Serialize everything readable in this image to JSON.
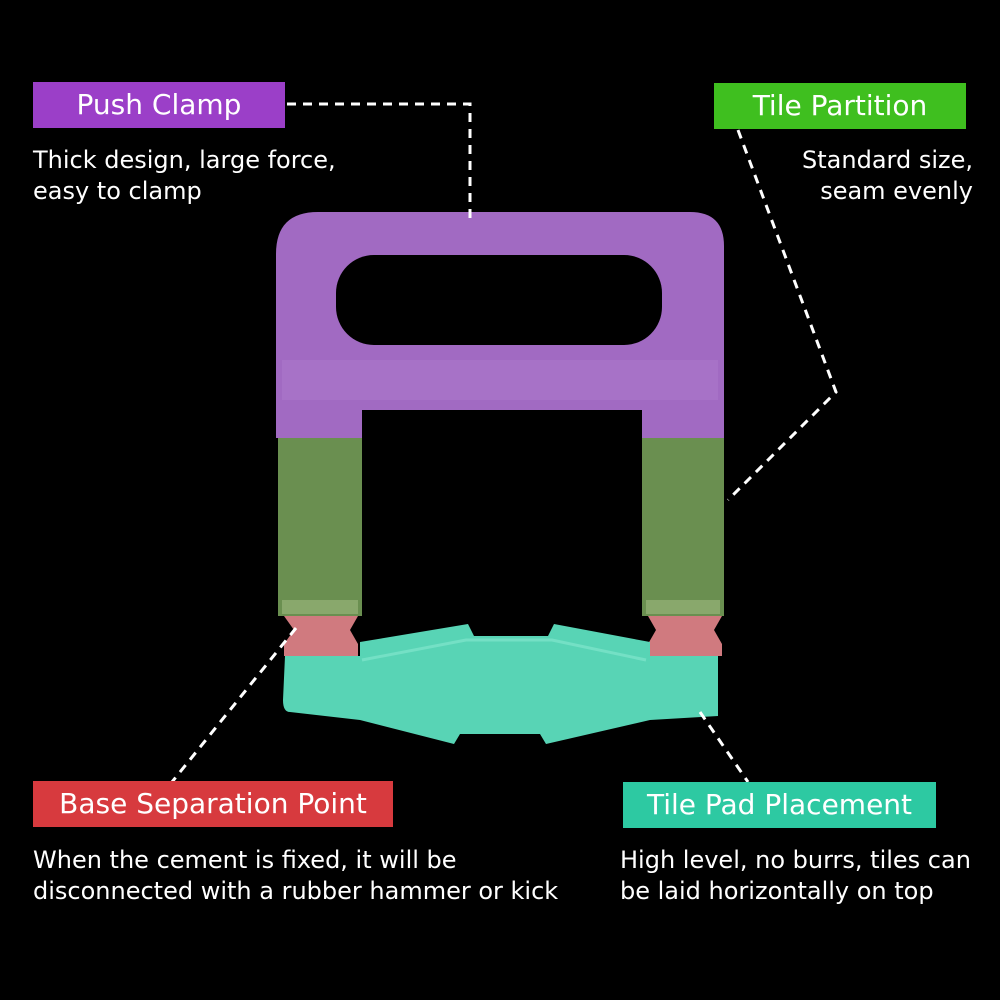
{
  "colors": {
    "background": "#000000",
    "push_clamp": "#9b3fc8",
    "tile_partition": "#3fbf1f",
    "base_separation": "#d73a3e",
    "tile_pad": "#2dc9a2",
    "body_purple": "#a16ac2",
    "leg_green": "#6a8f50",
    "notch_red": "#d07a7f",
    "base_teal": "#58d4b5"
  },
  "callouts": {
    "push_clamp": {
      "title": "Push Clamp",
      "lines": [
        "Thick design, large force,",
        "easy to clamp"
      ]
    },
    "tile_partition": {
      "title": "Tile Partition",
      "lines": [
        "Standard size,",
        "seam evenly"
      ]
    },
    "base_separation": {
      "title": "Base Separation Point",
      "lines": [
        "When the cement is fixed, it will be",
        "disconnected with a rubber hammer or kick"
      ]
    },
    "tile_pad": {
      "title": "Tile Pad Placement",
      "lines": [
        "High level, no burrs, tiles can",
        "be laid horizontally on top"
      ]
    }
  }
}
